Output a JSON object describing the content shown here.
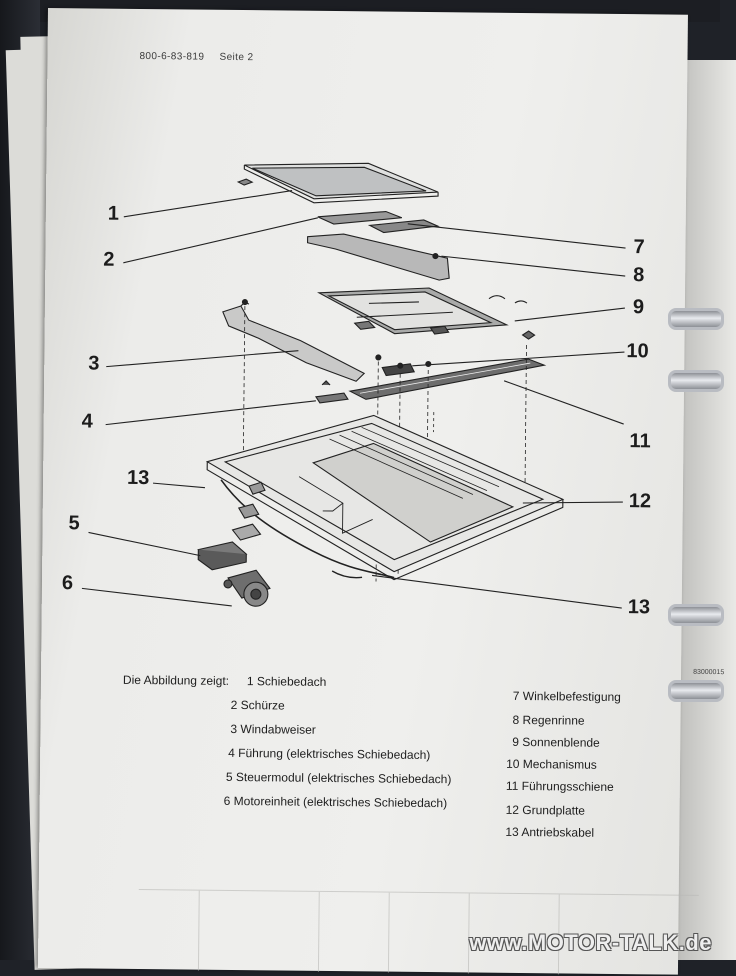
{
  "header": {
    "doc_number": "800-6-83-819",
    "page_label": "Seite 2"
  },
  "figure": {
    "callouts": [
      {
        "num": "1"
      },
      {
        "num": "2"
      },
      {
        "num": "3"
      },
      {
        "num": "4"
      },
      {
        "num": "5"
      },
      {
        "num": "6"
      },
      {
        "num": "7"
      },
      {
        "num": "8"
      },
      {
        "num": "9"
      },
      {
        "num": "10"
      },
      {
        "num": "11"
      },
      {
        "num": "12"
      },
      {
        "num": "13"
      },
      {
        "num": "13"
      }
    ],
    "code": "83000015"
  },
  "legend": {
    "intro": "Die Abbildung zeigt:",
    "left": [
      "1 Schiebedach",
      "2 Schürze",
      "3 Windabweiser",
      "4 Führung (elektrisches Schiebedach)",
      "5 Steuermodul (elektrisches Schiebedach)",
      "6 Motoreinheit (elektrisches Schiebedach)"
    ],
    "right": [
      "7 Winkelbefestigung",
      "8 Regenrinne",
      "9 Sonnenblende",
      "10 Mechanismus",
      "11 Führungsschiene",
      "12 Grundplatte",
      "13 Antriebskabel"
    ]
  },
  "watermark": "www.MOTOR-TALK.de"
}
